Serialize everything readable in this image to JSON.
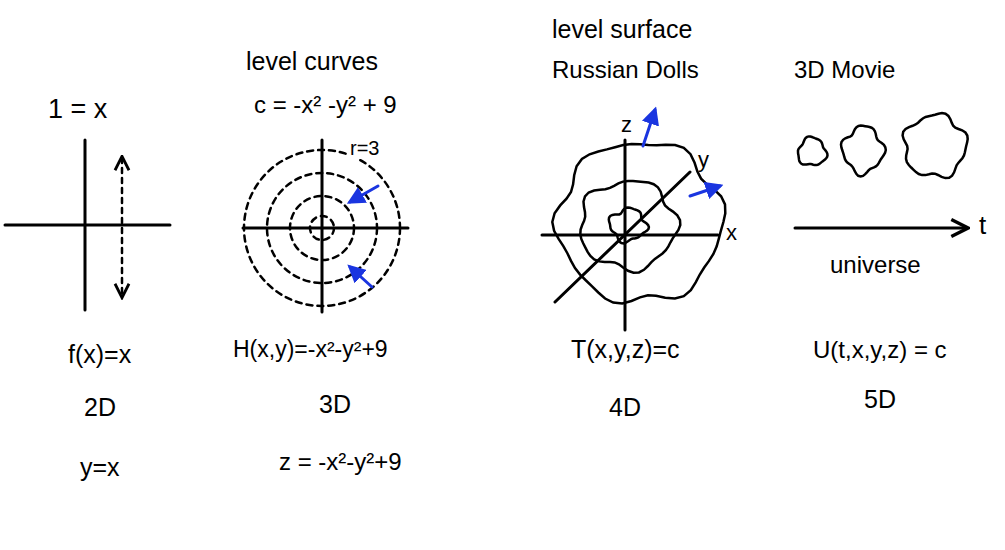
{
  "diagram": {
    "labels": [
      "1 = x",
      "f(x)=x",
      "2D",
      "y=x",
      "level curves",
      "c = -x² -y² + 9",
      "r=3",
      "H(x,y)=-x²-y²+9",
      "3D",
      "z = -x²-y²+9",
      "level surface",
      "Russian Dolls",
      "z",
      "y",
      "x",
      "T(x,y,z)=c",
      "4D",
      "3D Movie",
      "t",
      "universe",
      "U(t,x,y,z) = c",
      "5D"
    ]
  }
}
